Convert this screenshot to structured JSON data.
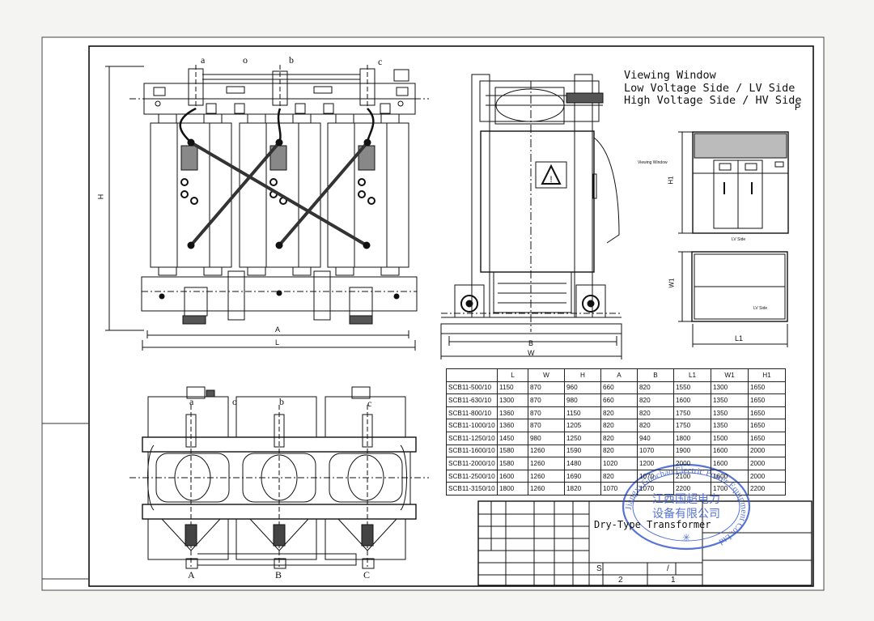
{
  "legend": {
    "line1": "Viewing Window",
    "line2": "Low Voltage Side / LV Side",
    "line3": "High Voltage Side / HV Side",
    "mark": "P"
  },
  "front_view": {
    "terminals_top": [
      "a",
      "o",
      "b",
      "c"
    ],
    "dim_h": "H",
    "dim_a": "A",
    "dim_l": "L"
  },
  "side_view": {
    "dim_b": "B",
    "dim_w": "W"
  },
  "detail_view": {
    "viewing_window": "Viewing Window",
    "h1": "H1",
    "lv_side_top": "LV Side",
    "w1": "W1",
    "lv_side_bottom": "LV Side",
    "l1": "L1"
  },
  "top_view": {
    "terminals_top": [
      "a",
      "o",
      "b",
      "c"
    ],
    "terminals_bottom": [
      "A",
      "B",
      "C"
    ]
  },
  "spec_table": {
    "headers": [
      "",
      "L",
      "W",
      "H",
      "A",
      "B",
      "L1",
      "W1",
      "H1"
    ],
    "rows": [
      [
        "SCB11-500/10",
        "1150",
        "870",
        "960",
        "660",
        "820",
        "1550",
        "1300",
        "1650"
      ],
      [
        "SCB11-630/10",
        "1300",
        "870",
        "980",
        "660",
        "820",
        "1600",
        "1350",
        "1650"
      ],
      [
        "SCB11-800/10",
        "1360",
        "870",
        "1150",
        "820",
        "820",
        "1750",
        "1350",
        "1650"
      ],
      [
        "SCB11-1000/10",
        "1360",
        "870",
        "1205",
        "820",
        "820",
        "1750",
        "1350",
        "1650"
      ],
      [
        "SCB11-1250/10",
        "1450",
        "980",
        "1250",
        "820",
        "940",
        "1800",
        "1500",
        "1650"
      ],
      [
        "SCB11-1600/10",
        "1580",
        "1260",
        "1590",
        "820",
        "1070",
        "1900",
        "1600",
        "2000"
      ],
      [
        "SCB11-2000/10",
        "1580",
        "1260",
        "1480",
        "1020",
        "1200",
        "2000",
        "1600",
        "2000"
      ],
      [
        "SCB11-2500/10",
        "1600",
        "1260",
        "1690",
        "820",
        "1070",
        "2100",
        "1600",
        "2000"
      ],
      [
        "SCB11-3150/10",
        "1800",
        "1260",
        "1820",
        "1070",
        "1070",
        "2200",
        "1700",
        "2200"
      ]
    ]
  },
  "title_block": {
    "title": "Dry-Type Transformer",
    "s_label": "S",
    "slash": "/",
    "sheet_total": "2",
    "sheet_no": "1"
  },
  "stamp": {
    "company_cn_1": "江西国超电力",
    "company_cn_2": "设备有限公司",
    "ring_text": "Jiangxi Guochao Electric Power Equipment Co.,Ltd",
    "color": "#3a5bd0"
  }
}
